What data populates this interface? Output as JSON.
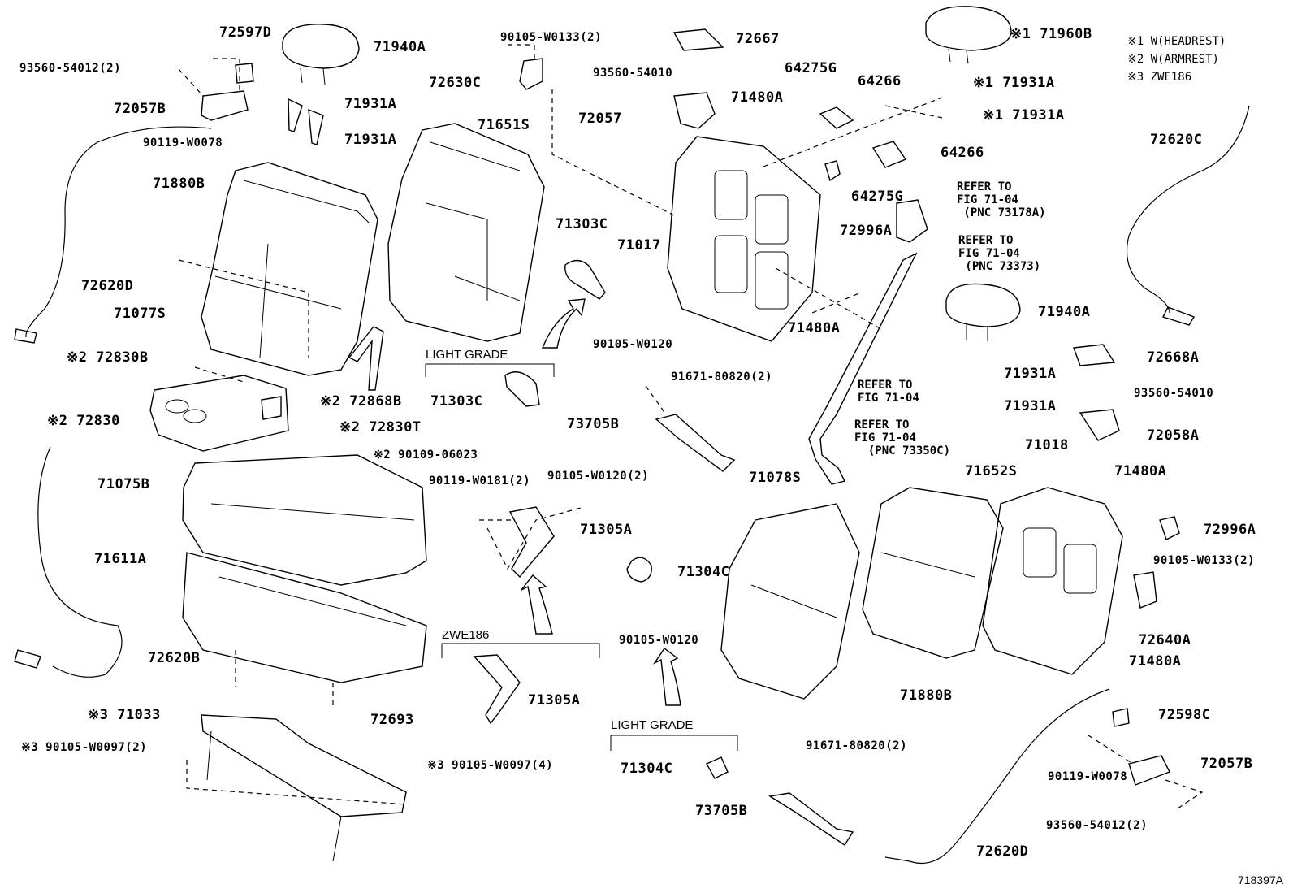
{
  "legend": {
    "line1": "※1 W(HEADREST)",
    "line2": "※2 W(ARMREST)",
    "line3": "※3 ZWE186"
  },
  "figure_number": "718397A",
  "group_labels": {
    "light_grade_1": "LIGHT  GRADE",
    "zwe186": "ZWE186",
    "light_grade_2": "LIGHT  GRADE"
  },
  "references": {
    "ref1": "REFER TO\nFIG 71-04\n (PNC 73178A)",
    "ref2": "REFER TO\nFIG 71-04\n (PNC 73373)",
    "ref3": "REFER TO\nFIG 71-04",
    "ref4": "REFER TO\nFIG 71-04\n  (PNC 73350C)"
  },
  "parts": {
    "p72597D": "72597D",
    "p71940A_l": "71940A",
    "p93560_54012_l": "93560-54012(2)",
    "p72057B_l": "72057B",
    "p71931A_l1": "71931A",
    "p71931A_l2": "71931A",
    "p90119_W0078_l": "90119-W0078",
    "p71880B_l": "71880B",
    "p72620D_l": "72620D",
    "p71077S": "71077S",
    "p72830B": "※2 72830B",
    "p72868B": "※2 72868B",
    "p72830": "※2 72830",
    "p72830T": "※2 72830T",
    "p90109_06023": "※2 90109-06023",
    "p71075B": "71075B",
    "p71611A": "71611A",
    "p72620B": "72620B",
    "p71033": "※3 71033",
    "p90105_W0097_2": "※3 90105-W0097(2)",
    "p90105_W0097_4": "※3 90105-W0097(4)",
    "p72693": "72693",
    "p90105_W0133_top": "90105-W0133(2)",
    "p72630C": "72630C",
    "p71651S": "71651S",
    "p72667": "72667",
    "p93560_54010_top": "93560-54010",
    "p72057": "72057",
    "p71480A_1": "71480A",
    "p71017": "71017",
    "p71303C_top": "71303C",
    "p90105_W0120_a": "90105-W0120",
    "p71303C_bot": "71303C",
    "p91671_80820_a": "91671-80820(2)",
    "p73705B_a": "73705B",
    "p90119_W0181": "90119-W0181(2)",
    "p90105_W0120_2": "90105-W0120(2)",
    "p71305A_a": "71305A",
    "p71304C_a": "71304C",
    "p90105_W0120_b": "90105-W0120",
    "p71305A_b": "71305A",
    "p71304C_b": "71304C",
    "p91671_80820_b": "91671-80820(2)",
    "p73705B_b": "73705B",
    "p64275G_a": "64275G",
    "p64266_a": "64266",
    "p64266_b": "64266",
    "p64275G_b": "64275G",
    "p72996A_a": "72996A",
    "p71480A_2": "71480A",
    "p71960B": "※1 71960B",
    "p71931A_r1": "※1 71931A",
    "p71931A_r2": "※1 71931A",
    "p72620C": "72620C",
    "p71940A_r": "71940A",
    "p71931A_r3": "71931A",
    "p71931A_r4": "71931A",
    "p72668A": "72668A",
    "p93560_54010_r": "93560-54010",
    "p72058A": "72058A",
    "p71018": "71018",
    "p71652S": "71652S",
    "p71078S": "71078S",
    "p71480A_3": "71480A",
    "p72996A_b": "72996A",
    "p90105_W0133_r": "90105-W0133(2)",
    "p72640A": "72640A",
    "p71480A_4": "71480A",
    "p71880B_r": "71880B",
    "p72598C": "72598C",
    "p90119_W0078_r": "90119-W0078",
    "p72057B_r": "72057B",
    "p93560_54012_r": "93560-54012(2)",
    "p72620D_r": "72620D"
  }
}
